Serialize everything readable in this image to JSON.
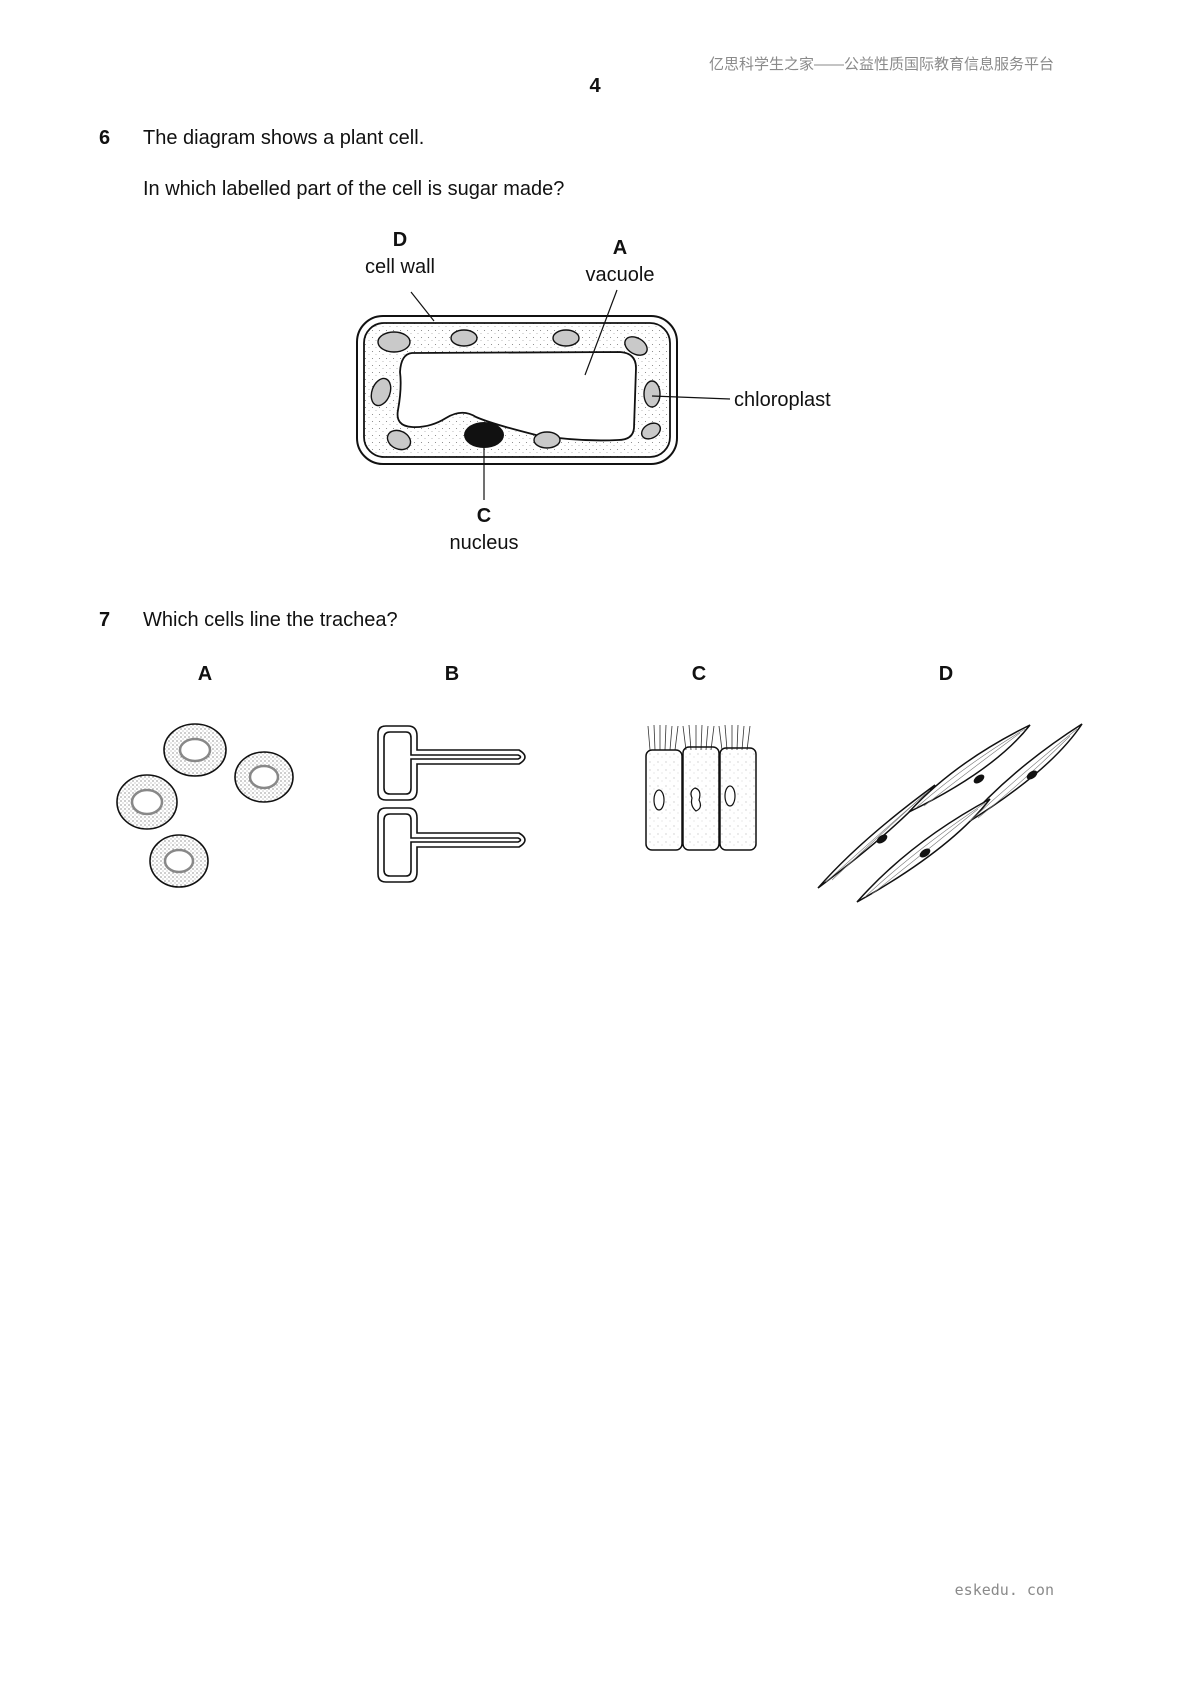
{
  "header": {
    "watermark": "亿思科学生之家——公益性质国际教育信息服务平台",
    "page_number": "4"
  },
  "questions": [
    {
      "number": "6",
      "text": "The diagram shows a plant cell.",
      "prompt": "In which labelled part of the cell is sugar made?",
      "diagram": {
        "labels": {
          "d_letter": "D",
          "d_text": "cell wall",
          "a_letter": "A",
          "a_text": "vacuole",
          "chloroplast": "chloroplast",
          "c_letter": "C",
          "c_text": "nucleus"
        }
      }
    },
    {
      "number": "7",
      "text": "Which cells line the trachea?",
      "options": [
        "A",
        "B",
        "C",
        "D"
      ]
    }
  ],
  "footer": {
    "watermark": "eskedu. con"
  }
}
